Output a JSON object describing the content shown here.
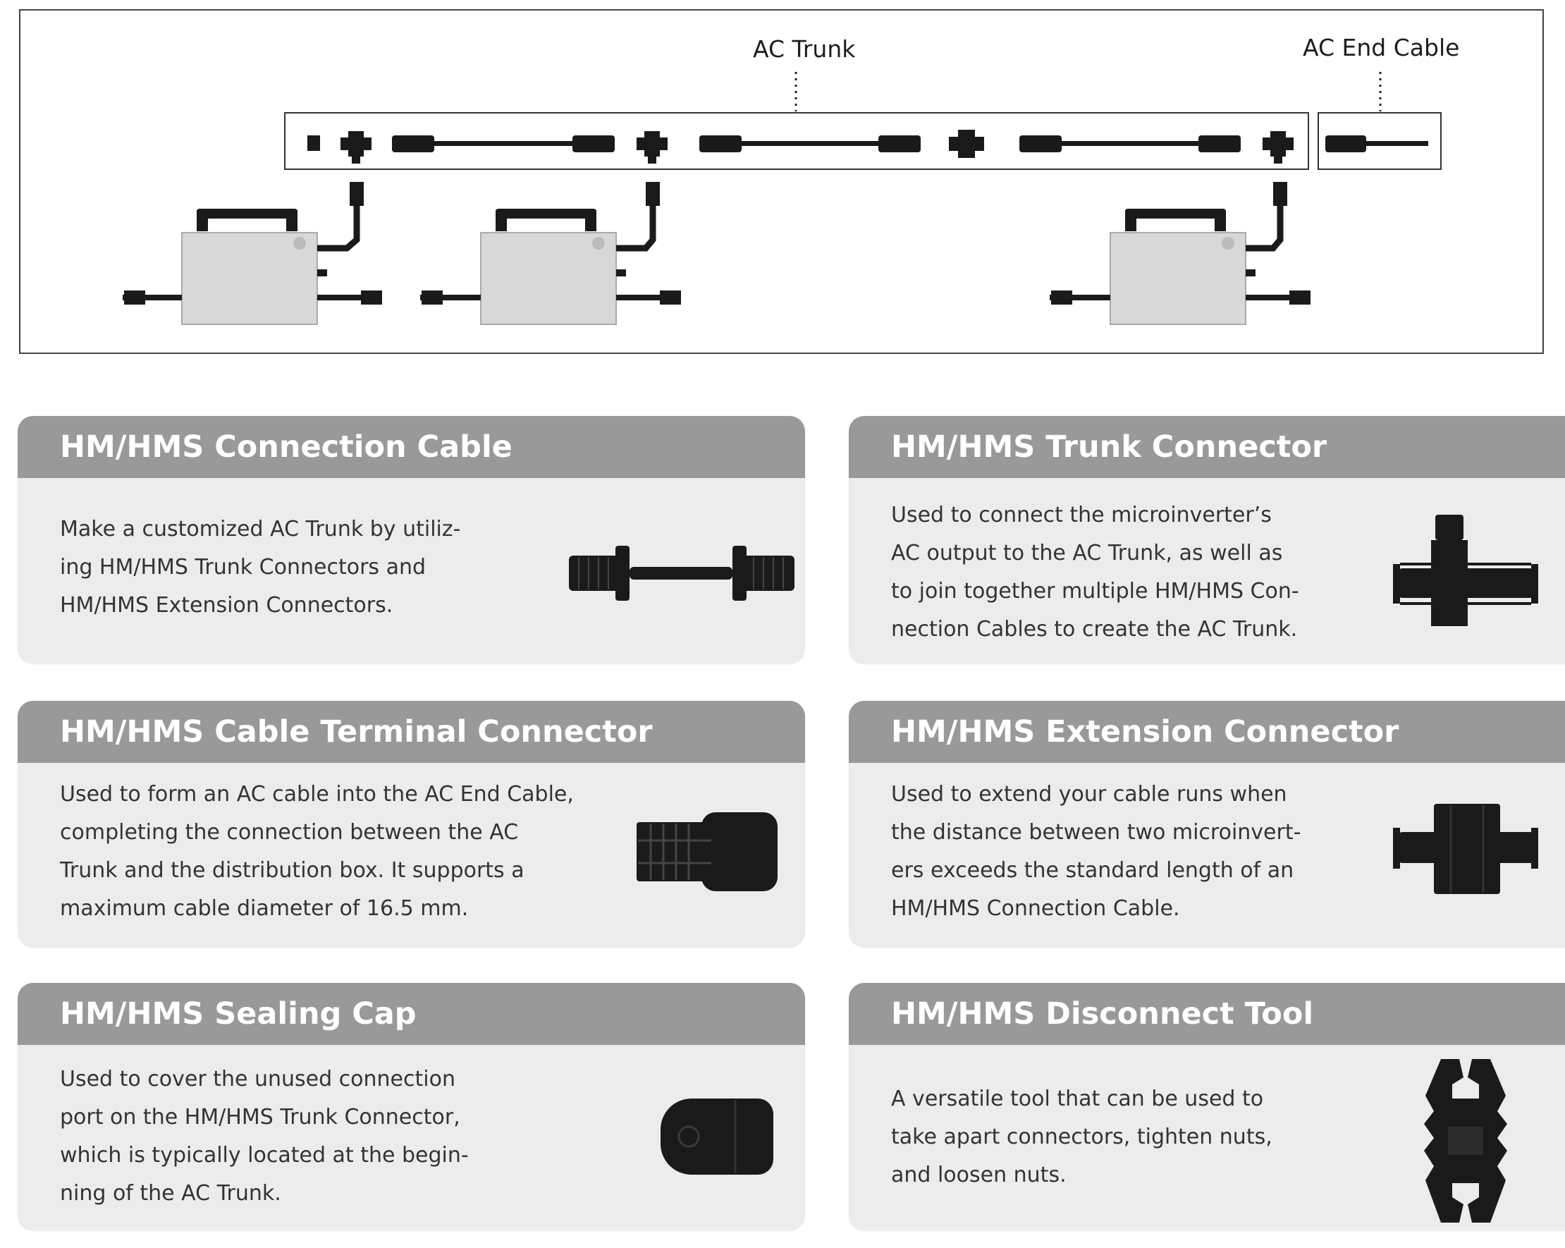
{
  "diagram": {
    "trunk_label": "AC Trunk",
    "end_cable_label": "AC End Cable"
  },
  "cards": [
    {
      "title": "HM/HMS Connection Cable",
      "text": "Make a customized AC Trunk by utiliz-\ning HM/HMS Trunk Connectors and\nHM/HMS Extension Connectors.",
      "icon": "connection-cable-icon"
    },
    {
      "title": "HM/HMS Trunk Connector",
      "text": "Used to connect the microinverter’s\nAC output to the AC Trunk, as well as\nto join together multiple HM/HMS Con-\nnection Cables to create the AC Trunk.",
      "icon": "trunk-connector-icon"
    },
    {
      "title": "HM/HMS Cable Terminal Connector",
      "text": "Used to form an AC cable into the AC End Cable,\ncompleting the connection between the AC\nTrunk and the distribution box. It supports a\nmaximum cable diameter of 16.5 mm.",
      "icon": "cable-terminal-connector-icon"
    },
    {
      "title": "HM/HMS Extension Connector",
      "text": "Used to extend your cable runs when\nthe distance between two microinvert-\ners exceeds the standard length of an\nHM/HMS Connection Cable.",
      "icon": "extension-connector-icon"
    },
    {
      "title": "HM/HMS Sealing Cap",
      "text": "Used to cover the unused connection\nport on the HM/HMS Trunk Connector,\nwhich is typically located at the begin-\nning of the AC Trunk.",
      "icon": "sealing-cap-icon"
    },
    {
      "title": "HM/HMS Disconnect Tool",
      "text": "A versatile tool that can be used to\ntake apart connectors, tighten nuts,\nand loosen nuts.",
      "icon": "disconnect-tool-icon"
    }
  ]
}
